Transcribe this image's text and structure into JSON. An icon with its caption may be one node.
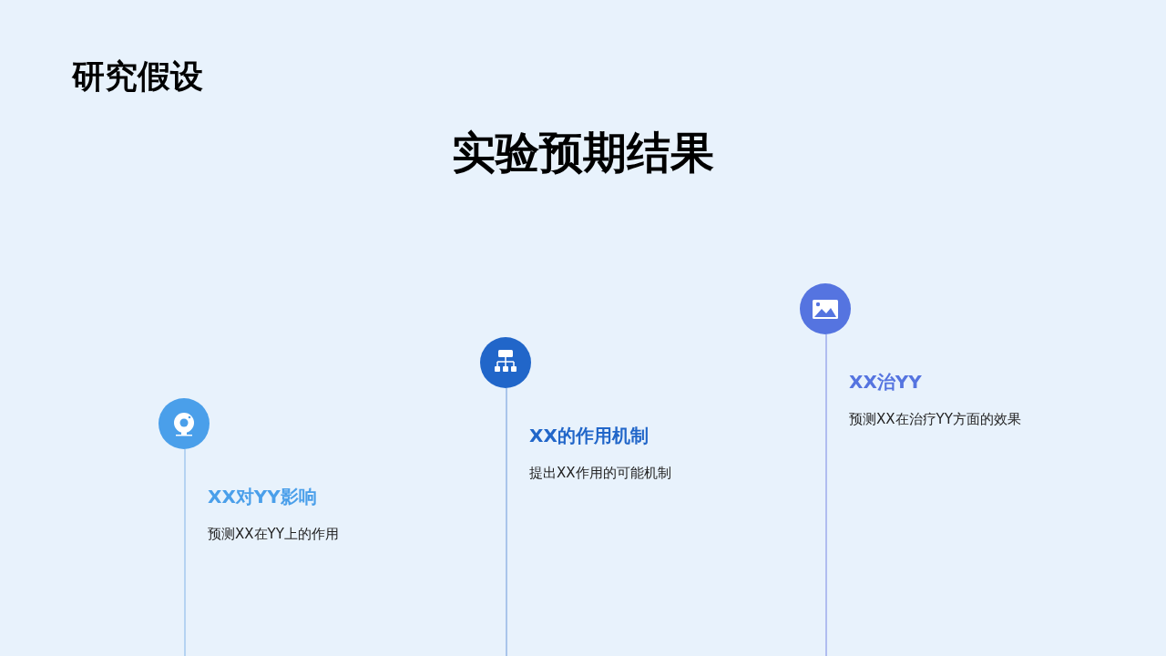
{
  "diagram": {
    "title": "实验预期结果",
    "labels": [
      "研究假设"
    ],
    "nodes": [
      {
        "text": [
          "XX对YY影响",
          "预测XX在YY上的作用"
        ]
      },
      {
        "text": [
          "XX的作用机制",
          "提出XX作用的可能机制"
        ]
      },
      {
        "text": [
          "XX治YY",
          "预测XX在治疗YY方面的效果"
        ]
      }
    ]
  }
}
